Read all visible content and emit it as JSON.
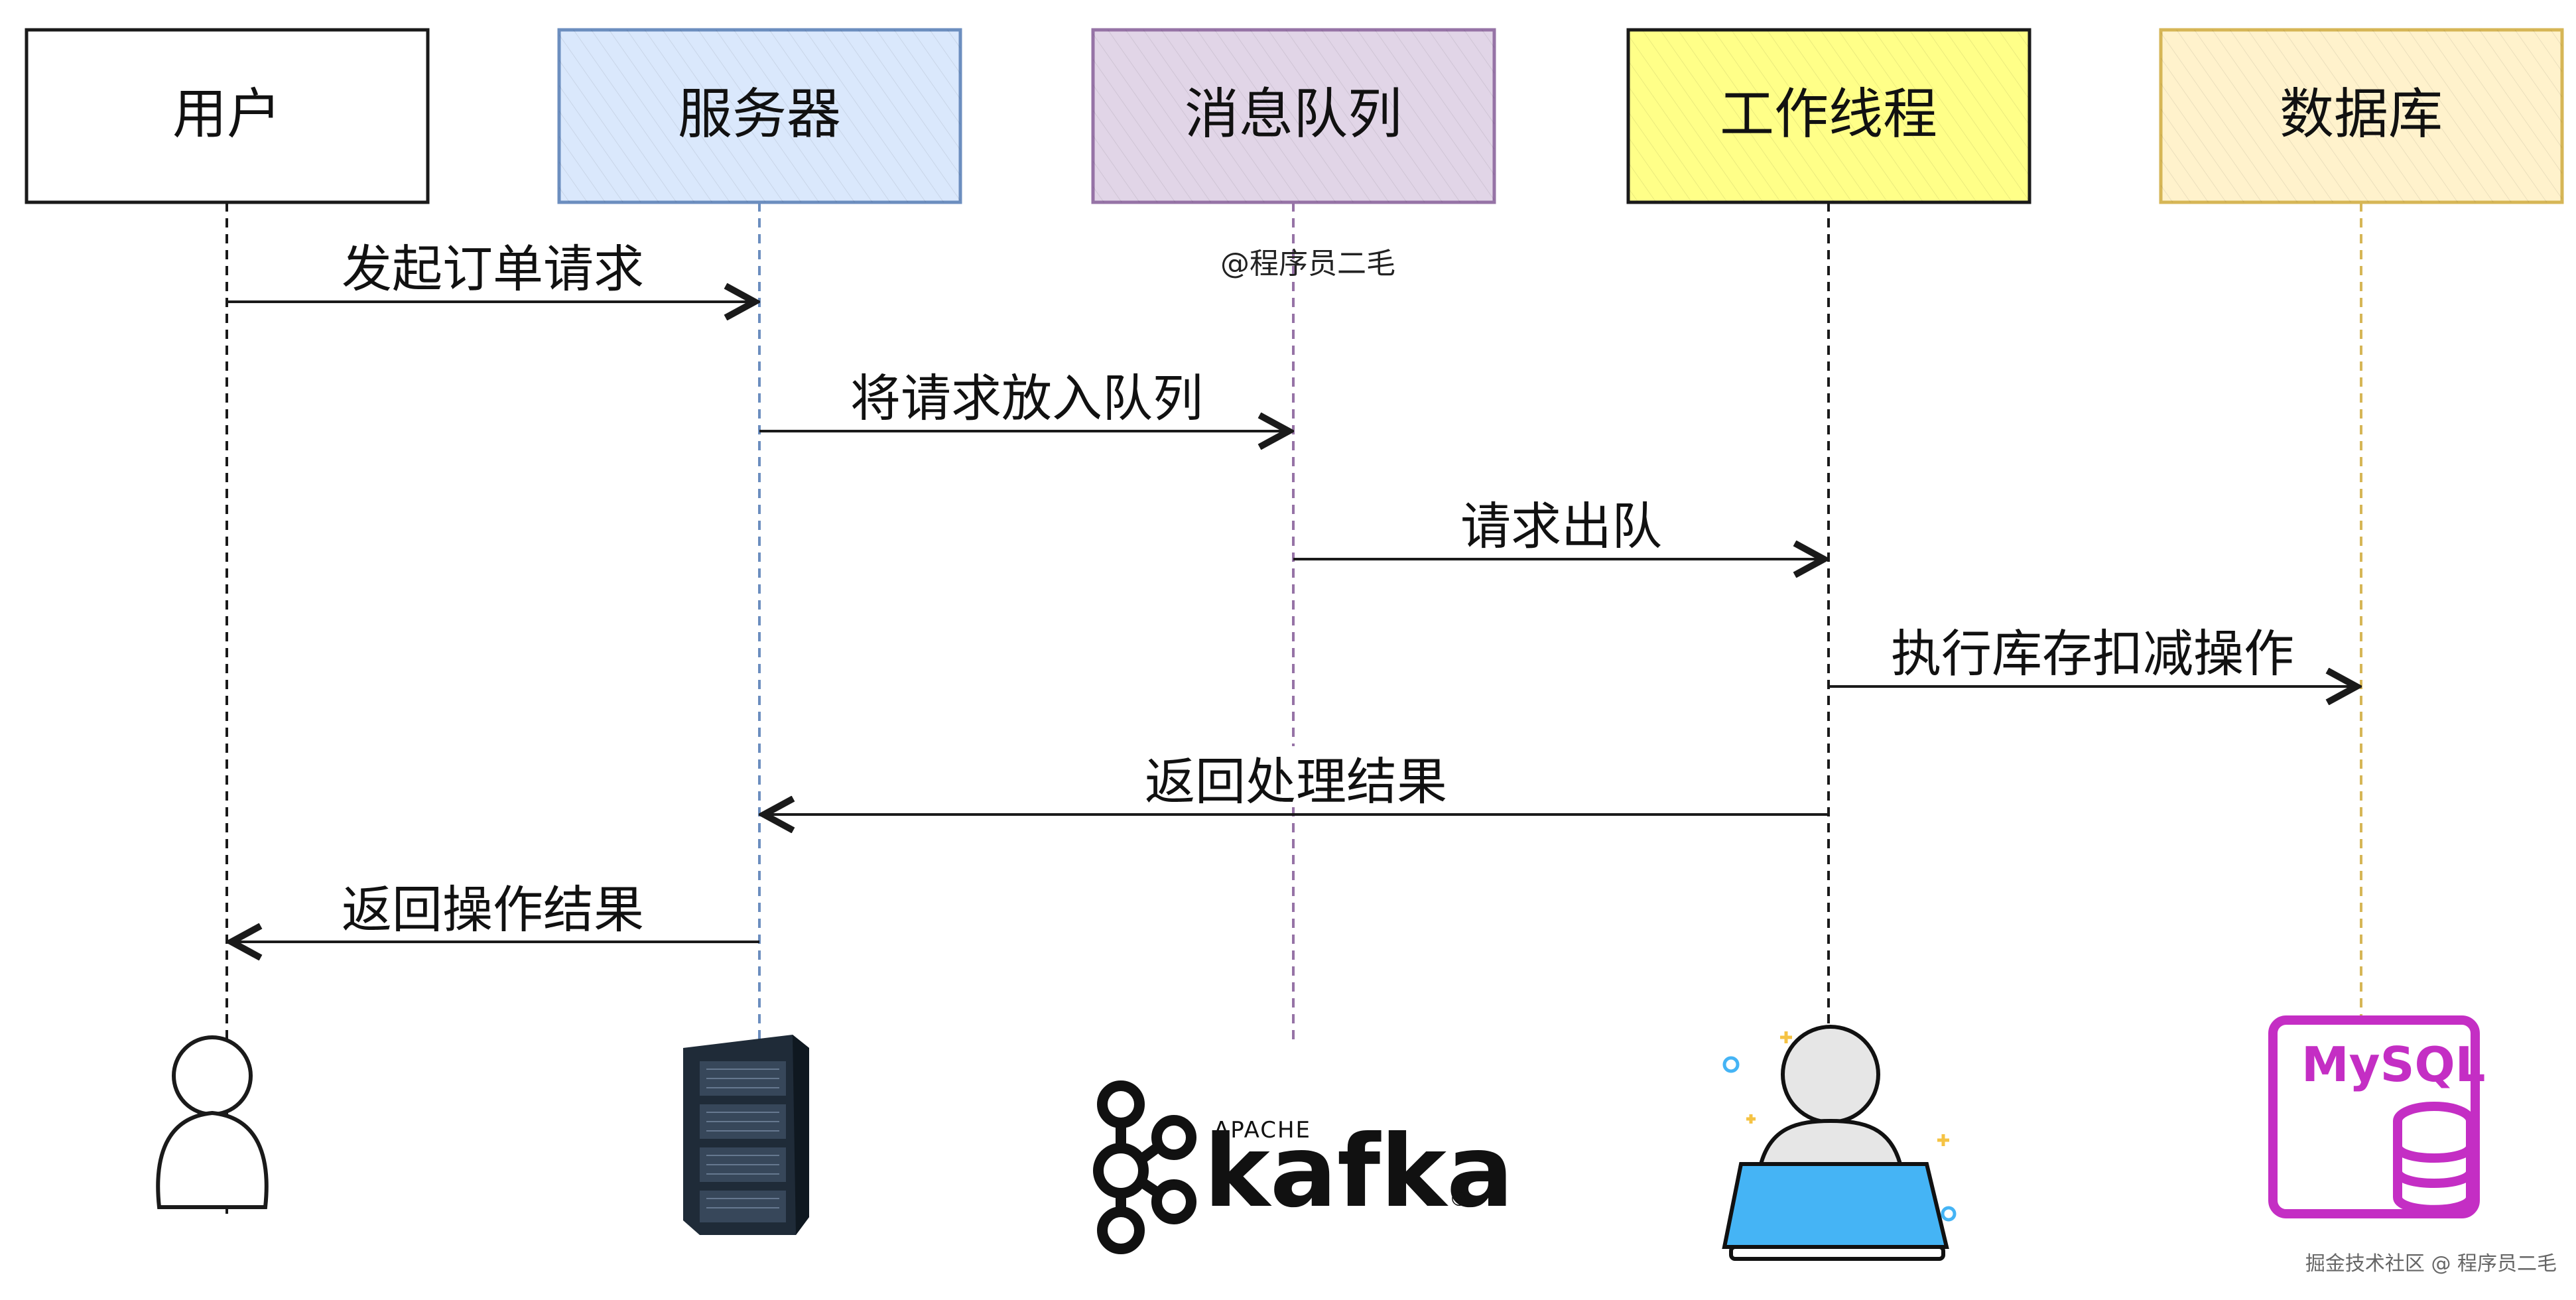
{
  "diagram": {
    "participants": [
      {
        "id": "user",
        "label": "用户",
        "color": "#1a1a1a",
        "fill": "#ffffff",
        "icon": "person-icon"
      },
      {
        "id": "server",
        "label": "服务器",
        "color": "#6c8ebf",
        "fill": "#dae8fc",
        "icon": "server-rack-icon"
      },
      {
        "id": "mq",
        "label": "消息队列",
        "color": "#9673a6",
        "fill": "#e1d5e7",
        "icon": "kafka-logo"
      },
      {
        "id": "worker",
        "label": "工作线程",
        "color": "#1a1a1a",
        "fill": "#ffff88",
        "icon": "worker-laptop-icon"
      },
      {
        "id": "db",
        "label": "数据库",
        "color": "#d6b656",
        "fill": "#fff2cc",
        "icon": "mysql-database-icon"
      }
    ],
    "messages": [
      {
        "from": "user",
        "to": "server",
        "label": "发起订单请求"
      },
      {
        "from": "server",
        "to": "mq",
        "label": "将请求放入队列"
      },
      {
        "from": "mq",
        "to": "worker",
        "label": "请求出队"
      },
      {
        "from": "worker",
        "to": "db",
        "label": "执行库存扣减操作"
      },
      {
        "from": "worker",
        "to": "server",
        "label": "返回处理结果"
      },
      {
        "from": "server",
        "to": "user",
        "label": "返回操作结果"
      }
    ]
  },
  "watermark": "@程序员二毛",
  "footer_credit": "掘金技术社区 @ 程序员二毛",
  "kafka_logo": {
    "small": "APACHE",
    "big": "kafka",
    "reg": "®"
  },
  "mysql_logo": {
    "text": "MySQL",
    "color": "#c42ec4"
  },
  "colors": {
    "server_blue": "#1f2b38",
    "laptop_blue": "#45b4f5",
    "worker_gray": "#e6e6e6"
  }
}
